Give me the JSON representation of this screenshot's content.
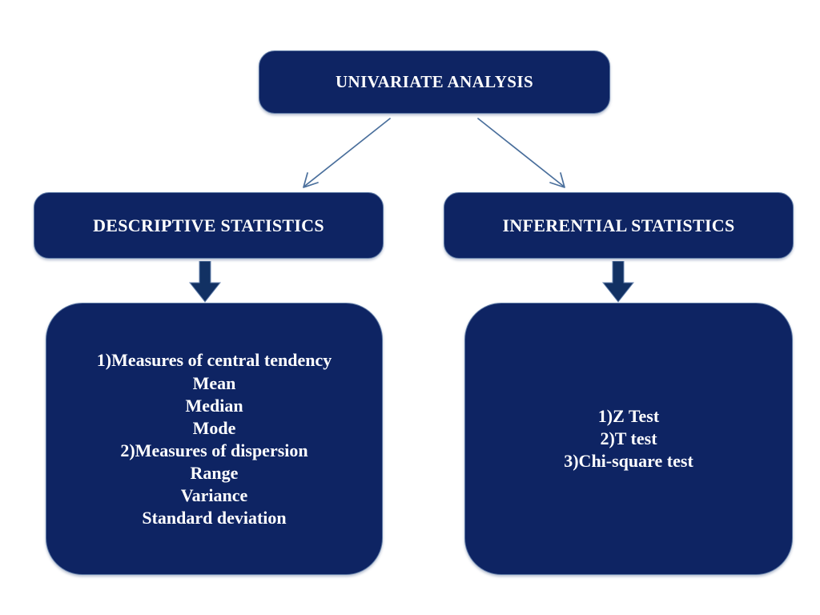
{
  "diagram": {
    "type": "hierarchy-flowchart",
    "colors": {
      "node_fill": "#0e2463",
      "node_border": "#5f7ba6",
      "node_text": "#ffffff",
      "connector_arrow": "#4a6f9c",
      "block_arrow": "#123163",
      "background": "#ffffff"
    },
    "root": {
      "label": "UNIVARIATE ANALYSIS"
    },
    "branches": [
      {
        "label": "DESCRIPTIVE STATISTICS",
        "items": [
          "1)Measures of central tendency",
          "Mean",
          "Median",
          "Mode",
          "2)Measures of dispersion",
          "Range",
          "Variance",
          "Standard deviation"
        ]
      },
      {
        "label": "INFERENTIAL STATISTICS",
        "items": [
          "1)Z Test",
          "2)T test",
          "3)Chi-square test"
        ]
      }
    ],
    "connectors": [
      {
        "name": "root-to-descriptive",
        "style": "thin-line-arrow"
      },
      {
        "name": "root-to-inferential",
        "style": "thin-line-arrow"
      },
      {
        "name": "descriptive-to-details",
        "style": "block-arrow-down"
      },
      {
        "name": "inferential-to-details",
        "style": "block-arrow-down"
      }
    ]
  }
}
